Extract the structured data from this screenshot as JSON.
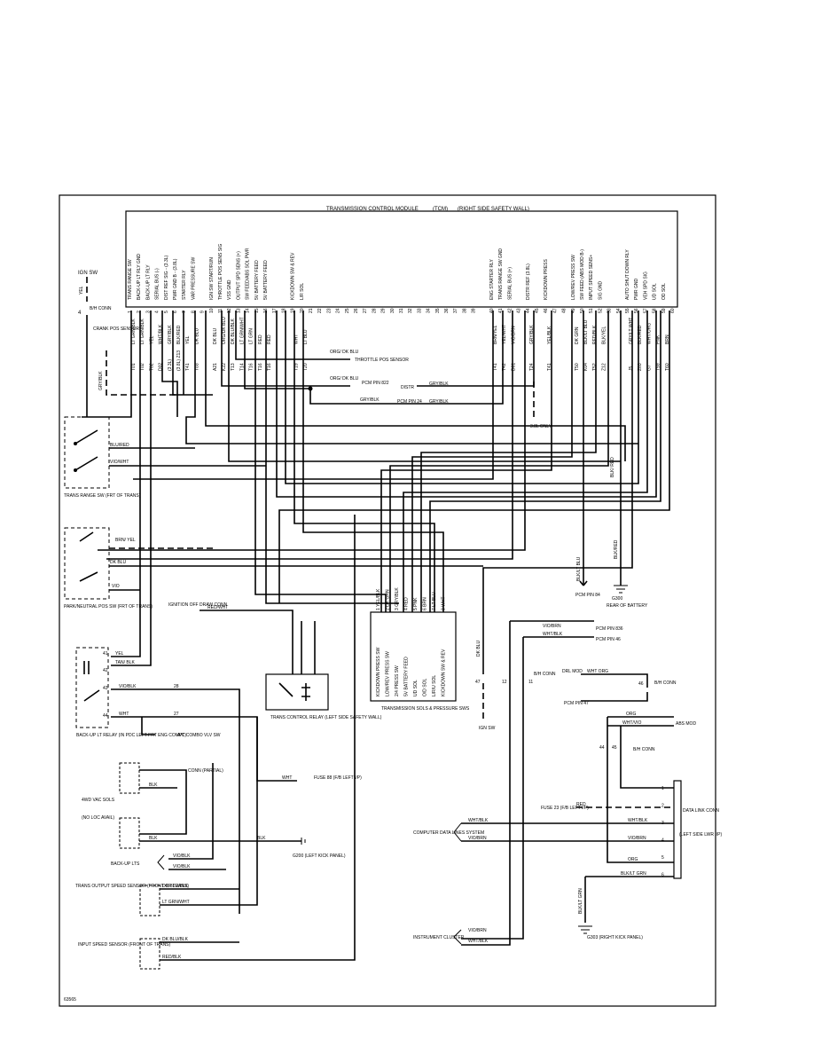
{
  "module": {
    "title": "TRANSMISSION CONTROL MODULE",
    "abbrev": "(TCM)",
    "location": "(RIGHT SIDE SAFETY WALL)"
  },
  "left_pins": [
    {
      "num": "1",
      "name": "TRANS RANGE SW",
      "color": "LT GRN/BLK",
      "circuit": "T01"
    },
    {
      "num": "2",
      "name": "BACK-UP LT RLY GND",
      "color": "LT GRN/BLK",
      "circuit": "T02"
    },
    {
      "num": "3",
      "name": "BACK-UP LT RLY",
      "color": "YEL",
      "circuit": "T02"
    },
    {
      "num": "4",
      "name": "SERIAL BUS (-)",
      "color": "WHT/BLK",
      "circuit": "D02"
    },
    {
      "num": "5",
      "name": "DIST REF SIG - (3.3L)",
      "color": "GRY/BLK",
      "circuit": "(3.3L)"
    },
    {
      "num": "6",
      "name": "PWR GND B - (3.8L)",
      "color": "BLK/RED",
      "circuit": "(3.8L) Z13"
    },
    {
      "num": "7",
      "name": "STARTER RLY",
      "color": "YEL",
      "circuit": "T41"
    },
    {
      "num": "8",
      "name": "VAR PRESSURE SW",
      "color": "DK BLU",
      "circuit": "T03"
    },
    {
      "num": "9",
      "name": "",
      "color": "",
      "circuit": ""
    },
    {
      "num": "10",
      "name": "IGN SW START/RUN",
      "color": "DK BLU",
      "circuit": "A21"
    },
    {
      "num": "11",
      "name": "THROTTLE POS SENS SIG",
      "color": "ORG/DK BLU",
      "circuit": "K22"
    },
    {
      "num": "12",
      "name": "VSS GND",
      "color": "DK BLU/BLK",
      "circuit": "T13"
    },
    {
      "num": "13",
      "name": "OUTPUT SPD SENS (+)",
      "color": "LT GRN/WHT",
      "circuit": "T14"
    },
    {
      "num": "14",
      "name": "SW FEED/ABS SOL PWR",
      "color": "LT GRN",
      "circuit": "T16"
    },
    {
      "num": "15",
      "name": "5V BATTERY FEED",
      "color": "RED",
      "circuit": "T16"
    },
    {
      "num": "16",
      "name": "5V BATTERY FEED",
      "color": "RED",
      "circuit": "T16"
    },
    {
      "num": "17",
      "name": "",
      "color": "",
      "circuit": ""
    },
    {
      "num": "18",
      "name": "",
      "color": "",
      "circuit": ""
    },
    {
      "num": "19",
      "name": "KICKDOWN SW & REV",
      "color": "WHT",
      "circuit": "T19"
    },
    {
      "num": "20",
      "name": "L/R SOL",
      "color": "LT BLU",
      "circuit": "T20"
    }
  ],
  "mid_pins": [
    "21",
    "22",
    "23",
    "24",
    "25",
    "26",
    "27",
    "28",
    "29",
    "30",
    "31",
    "32",
    "33",
    "34",
    "35",
    "36",
    "37",
    "38",
    "39"
  ],
  "right_pins": [
    {
      "num": "40",
      "name": "ENG STARTER RLY",
      "color": "BRN/YEL",
      "circuit": "T41"
    },
    {
      "num": "41",
      "name": "TRANS RANGE SW GND",
      "color": "YEL/WHT",
      "circuit": "T42"
    },
    {
      "num": "42",
      "name": "SERIAL BUS (+)",
      "color": "VIO/BRN",
      "circuit": "D01"
    },
    {
      "num": "43",
      "name": "",
      "color": "",
      "circuit": ""
    },
    {
      "num": "44",
      "name": "DISTR REF (3.8L)",
      "color": "GRY/BLK",
      "circuit": "T24"
    },
    {
      "num": "45",
      "name": "",
      "color": "",
      "circuit": ""
    },
    {
      "num": "46",
      "name": "KICKDOWN PRESS",
      "color": "YEL/BLK",
      "circuit": "T41"
    },
    {
      "num": "47",
      "name": "",
      "color": "",
      "circuit": ""
    },
    {
      "num": "48",
      "name": "",
      "color": "",
      "circuit": ""
    },
    {
      "num": "49",
      "name": "LOW/REV PRESS SW",
      "color": "DK GRN",
      "circuit": "T50"
    },
    {
      "num": "50",
      "name": "SW FEED (ABS MOD B-)",
      "color": "BLK/LT BLU",
      "circuit": "K04"
    },
    {
      "num": "51",
      "name": "INPUT SPEED SENS+",
      "color": "RED/BLK",
      "circuit": "T52"
    },
    {
      "num": "52",
      "name": "SIG GND",
      "color": "BLK/YEL",
      "circuit": "Z12"
    },
    {
      "num": "53",
      "name": "",
      "color": "",
      "circuit": ""
    },
    {
      "num": "54",
      "name": "",
      "color": "",
      "circuit": ""
    },
    {
      "num": "55",
      "name": "AUTO SHUT DOWN RLY",
      "color": "GRY/LT WHT",
      "circuit": "J5"
    },
    {
      "num": "56",
      "name": "PWR GND",
      "color": "BLK/RED",
      "circuit": "Z03"
    },
    {
      "num": "57",
      "name": "VEH SPD SIG",
      "color": "WHT/ORG",
      "circuit": "G7"
    },
    {
      "num": "58",
      "name": "UD SOL",
      "color": "PNK",
      "circuit": "T59"
    },
    {
      "num": "59",
      "name": "OD SOL",
      "color": "BRN",
      "circuit": "T60"
    },
    {
      "num": "60",
      "name": "",
      "color": "",
      "circuit": ""
    }
  ],
  "labels": {
    "ign_sw_top": "IGN SW",
    "yel": "YEL",
    "bh_conn_num": "4",
    "bh_conn": "B/H CONN",
    "crank_pos": "CRANK POS SENSOR",
    "gry_blk": "GRY/BLK",
    "throttle": "THROTTLE POS SENSOR",
    "org_dkblu_1": "ORG/ DK BLU",
    "org_dkblu_2": "ORG/ DK BLU",
    "pcm_822": "PCM PIN 822",
    "distr": "DISTR",
    "gry_blk_2": "GRY/BLK",
    "gry_blk_3": "GRY/BLK",
    "gry_blk_4": "GRY/BLK",
    "pcm_24": "PCM PIN 24",
    "only_38": "3.8L ONLY",
    "trans_range": "TRANS RANGE SW (FRT OF TRANS)",
    "blu_red": "BLU/RED",
    "vio_wht": "VIO/WHT",
    "blk_red_v": "BLK/ RED",
    "brn_yel": "BRN/ YEL",
    "dk_blu": "DK BLU",
    "vio": "VIO",
    "park_neutral": "PARK/NEUTRAL POS SW (FRT OF TRANS)",
    "blk_lt_blu": "BLK/LT BLU",
    "blk_red_2": "BLK/RED",
    "pcm_84": "PCM PIN 84",
    "g300": "G300",
    "rear_batt": "REAR OF BATTERY",
    "ign_off_draw": "IGNITION OFF DRAW CONN",
    "red_wht": "RED/WHT",
    "trans_relay": "TRANS CONTROL RELAY (LEFT SIDE SAFETY WALL)",
    "trans_sols": "TRANSMISSION SOLS & PRESSURE SWS",
    "dk_blu_2": "DK BLU",
    "vio_brn": "VIO/BRN",
    "pcm_36": "PCM PIN 836",
    "wht_blk": "WHT/BLK",
    "pcm_46": "PCM PIN 46",
    "drl_mod": "DRL MOD",
    "wht_org": "WHT ORG",
    "pcm_47": "PCM PIN 47",
    "bh_conn_2": "B/H CONN",
    "num_47": "47",
    "num_12": "12",
    "num_11": "11",
    "num_46": "46",
    "ign_sw_2": "IGN SW",
    "org": "ORG",
    "abs_mod": "ABS MOD",
    "vht_vio": "WHT/VIO",
    "num_44": "44",
    "num_45": "45",
    "bh_conn_3": "B/H CONN",
    "backup_relay": "BACK-UP LT RELAY (IN PDC LEFT FRT ENG COMPT)",
    "tan_blk": "TAN/ BLK",
    "yel_2": "YEL",
    "num_41": "41",
    "num_42": "42",
    "num_43": "43",
    "num_44b": "44",
    "bh_conn_4": "B/H CONN",
    "vio_blk": "VIO/BLK",
    "wht": "WHT",
    "num_28": "28",
    "num_27": "27",
    "ac_combo": "A/C COMBO VLV SW",
    "vio_blk_2": "VIO/BLK",
    "conn_partial": "CONN (PARTIAL)",
    "fuse": "FUSE 88 (F/B LEFT I/P)",
    "wht_2": "WHT",
    "fourwd_vac": "4WD VAC SOLS",
    "no_lc": "(NO LOC AVAIL)",
    "blk": "BLK",
    "blk_2": "BLK",
    "blk_3": "BLK",
    "g200": "G200 (LEFT KICK PANEL)",
    "backup_lts": "BACK-UP LTS",
    "vio_blk_3": "VIO/BLK",
    "vio_blk_4": "VIO/BLK",
    "trans_output": "TRANS OUTPUT SPEED SENSOR (FRONT OF TRANS)",
    "dk_blu_blk": "DK BLU/BLK",
    "lt_grn_wht": "LT GRN/WHT",
    "input_speed": "INPUT SPEED SENSOR (FRONT OF TRANS)",
    "dk_blu_blk_2": "DK BLU/BLK",
    "red_blk": "RED/BLK",
    "computer_data": "COMPUTER DATA LINES SYSTEM",
    "wht_blk_2": "WHT/BLK",
    "vio_brn_2": "VIO/BRN",
    "instr_cluster": "INSTRUMENT CLUSTER",
    "vio_brn_3": "VIO/BRN",
    "wht_blk_3": "WHT/BLK",
    "data_link": "DATA LINK CONN",
    "lsip": "(LEFT SIDE LWR I/P)",
    "red": "RED",
    "fuse_23": "FUSE 23 (F/B LEFT I/P)",
    "wht_blk_4": "WHT/BLK",
    "vio_brn_4": "VIO/BRN",
    "org_2": "ORG",
    "blk_ltgrn": "BLK/LT GRN",
    "blk_ltgrn_2": "BLK/LT GRN",
    "g303": "G303 (RIGHT KICK PANEL)",
    "fig": "63565"
  },
  "sol_pins": [
    "1 YEL/BLK",
    "2 DK GRN",
    "3 GRY/BLK",
    "4 RED",
    "5 PNK",
    "6 BRN",
    "7 LT BLU",
    "8 WHT"
  ],
  "sol_names": [
    "KICKDOWN PRESS SW",
    "LOW/REV PRESS SW",
    "2/4 PRESS SW",
    "5V BATTERY FEED",
    "UD SOL",
    "O/D SOL",
    "L/R/U SOL",
    "KICKDOWN SW & REV"
  ],
  "dlc_pins": [
    "1",
    "2",
    "3",
    "4",
    "5",
    "6"
  ]
}
